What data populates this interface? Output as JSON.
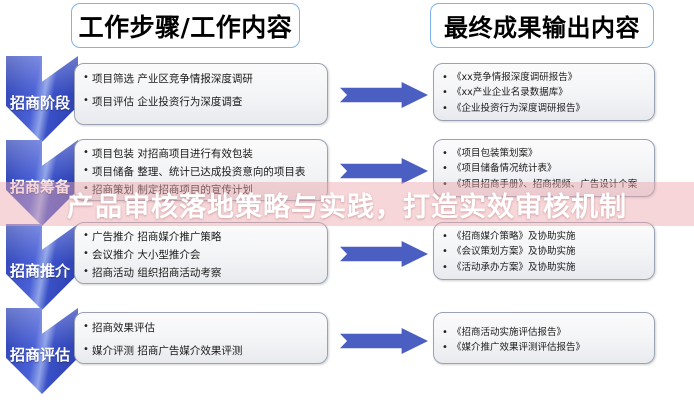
{
  "headers": {
    "left": "工作步骤/工作内容",
    "right": "最终成果输出内容"
  },
  "overlay": {
    "text": "产品审核落地策略与实践，打造实效审核机制",
    "color": "#eca6aa",
    "text_color": "#ffffff"
  },
  "colors": {
    "chevron_blue": "#3a50c6",
    "arrow_blue": "#4a5fc1",
    "header_border": "#7fb4e6",
    "box_bg": "#f3f4f6",
    "box_border": "#9aa3b4"
  },
  "stages": [
    {
      "label": "招商阶段",
      "steps": [
        "项目筛选 产业区竞争情报深度调研",
        "项目评估 企业投资行为深度调查"
      ],
      "outputs": [
        "《xx竞争情报深度调研报告》",
        "《xx产业企业名录数据库》",
        "《企业投资行为深度调研报告》"
      ]
    },
    {
      "label": "招商筹备",
      "steps": [
        "项目包装 对招商项目进行有效包装",
        "项目储备 整理、统计已达成投资意向的项目表",
        "招商策划 制定招商项目的宣传计划"
      ],
      "outputs": [
        "《项目包装策划案》",
        "《项目储备情况统计表》",
        "《项目招商手册》、招商视频、广告设计个案"
      ]
    },
    {
      "label": "招商推介",
      "steps": [
        "广告推介 招商媒介推广策略",
        "会议推介 大小型推介会",
        "招商活动 组织招商活动考察"
      ],
      "outputs": [
        "《招商媒介策略》及协助实施",
        "《会议策划方案》及协助实施",
        "《活动承办方案》及协助实施"
      ]
    },
    {
      "label": "招商评估",
      "steps": [
        "招商效果评估",
        "媒介评测 招商广告媒介效果评测"
      ],
      "outputs": [
        "《招商活动实施评估报告》",
        "《媒介推广效果评测评估报告》"
      ]
    }
  ]
}
